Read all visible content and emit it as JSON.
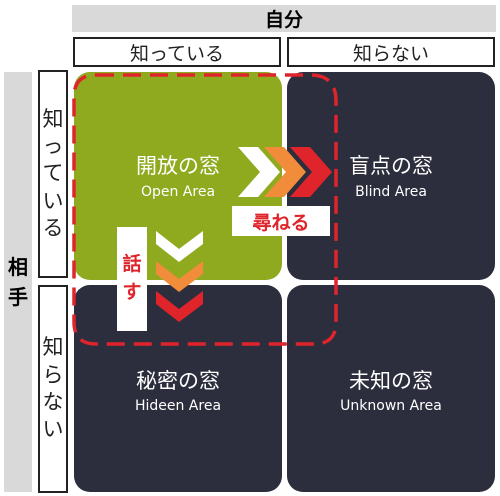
{
  "top_header": {
    "title": "自分",
    "columns": [
      "知っている",
      "知らない"
    ]
  },
  "side_header": {
    "title": "相手",
    "rows": [
      "知っている",
      "知らない"
    ]
  },
  "quadrants": {
    "open": {
      "title": "開放の窓",
      "subtitle": "Open Area",
      "color": "#8faa1f"
    },
    "blind": {
      "title": "盲点の窓",
      "subtitle": "Blind Area",
      "color": "#2c2e3d"
    },
    "hidden": {
      "title": "秘密の窓",
      "subtitle": "Hideen Area",
      "color": "#2c2e3d"
    },
    "unknown": {
      "title": "未知の窓",
      "subtitle": "Unknown Area",
      "color": "#2c2e3d"
    }
  },
  "arrows": {
    "ask_label": "尋ねる",
    "talk_label": "話す",
    "chevron_colors": [
      "#ffffff",
      "#f08c3a",
      "#e0242b"
    ]
  },
  "dashed_border_color": "#e0242b"
}
